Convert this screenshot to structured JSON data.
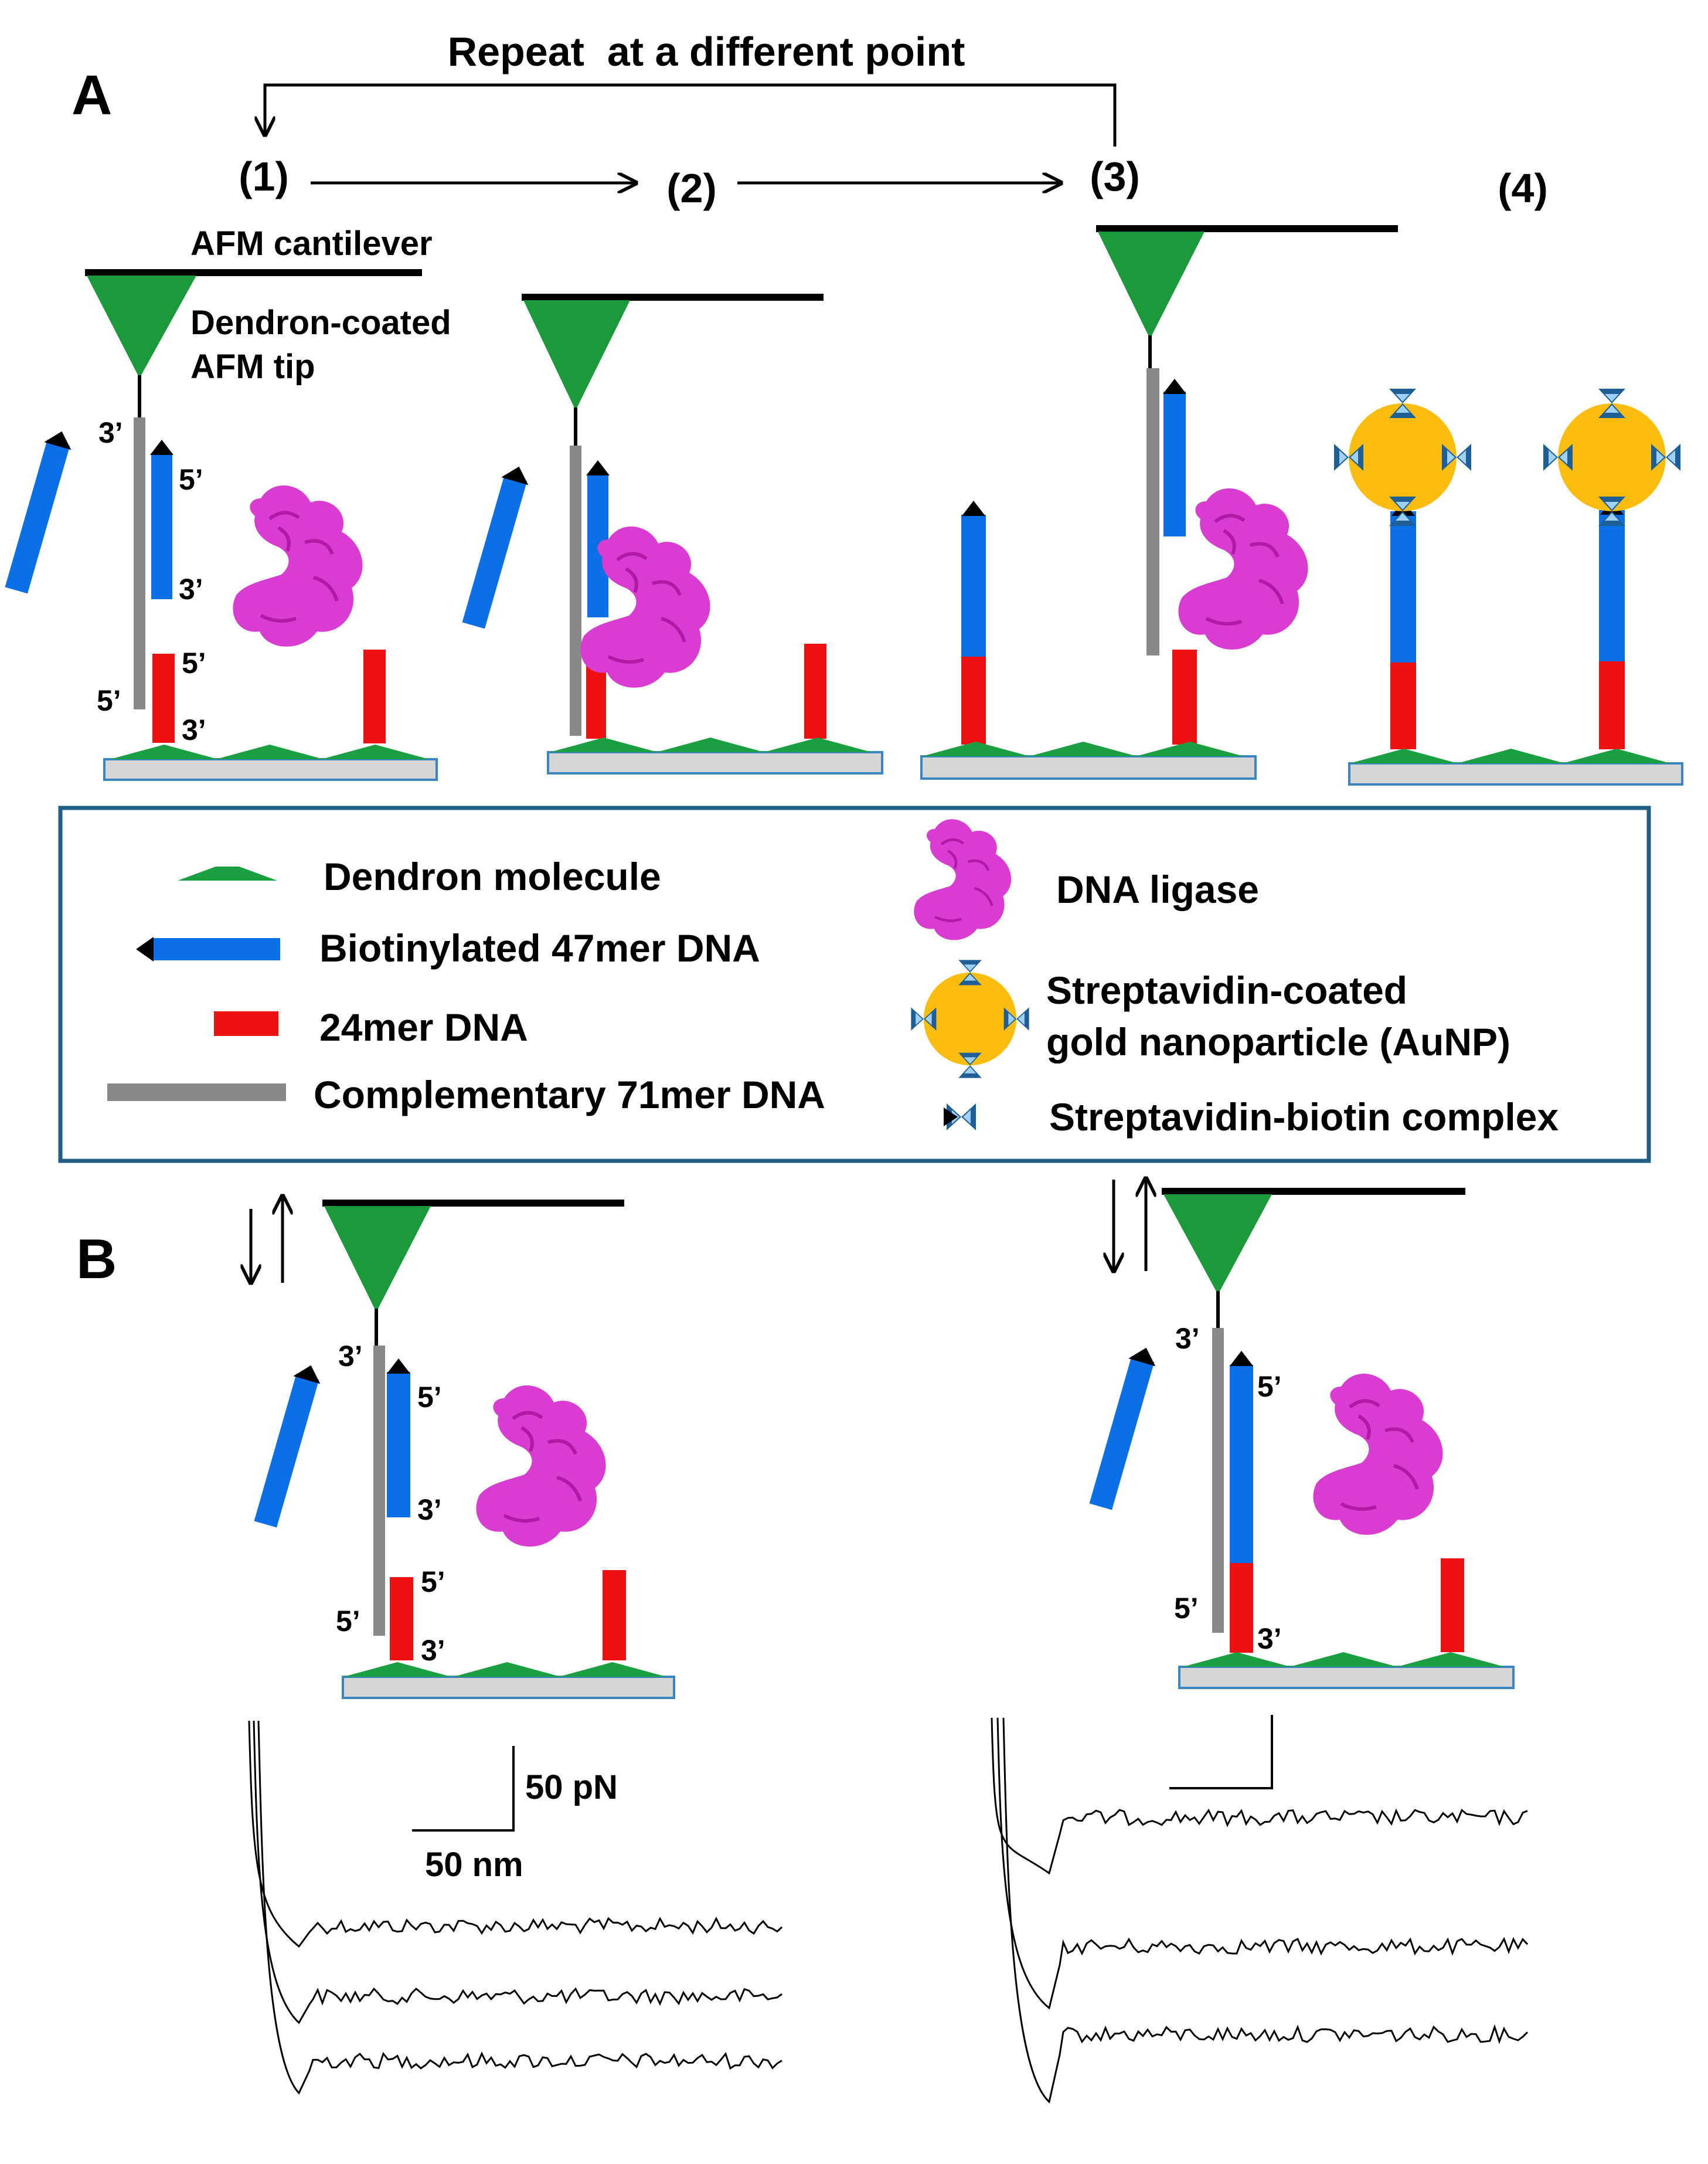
{
  "colors": {
    "dendron": "#1aa040",
    "dendron_tip": "#1a9a3a",
    "biotin_dna": "#0b6fe8",
    "dna24": "#ee1111",
    "dna71": "#888888",
    "ligase": "#d93cd0",
    "aunp": "#fdbd0e",
    "streptavidin": "#1d5f96",
    "surface_fill": "#d6d6d6",
    "surface_edge": "#3a86c0",
    "legend_border": "#1f5f86"
  },
  "panel_a": {
    "label": "A",
    "loop_label": "Repeat  at a different point",
    "steps": [
      "(1)",
      "(2)",
      "(3)",
      "(4)"
    ],
    "cantilever_label": "AFM cantilever",
    "tip_label_line1": "Dendron-coated",
    "tip_label_line2": "AFM tip",
    "end_labels": {
      "three_prime": "3’",
      "five_prime": "5’"
    }
  },
  "legend": {
    "dendron": "Dendron molecule",
    "biotin_dna": "Biotinylated 47mer DNA",
    "dna24": "24mer DNA",
    "dna71": "Complementary 71mer DNA",
    "ligase": "DNA ligase",
    "aunp_line1": "Streptavidin-coated",
    "aunp_line2": "gold nanoparticle (AuNP)",
    "complex": "Streptavidin-biotin complex"
  },
  "panel_b": {
    "label": "B",
    "scale_force": "50 pN",
    "scale_distance": "50 nm"
  },
  "icons": [
    "biotin-cap-icon",
    "streptavidin-icon",
    "ligase-icon",
    "approach-retract-arrows-icon"
  ]
}
